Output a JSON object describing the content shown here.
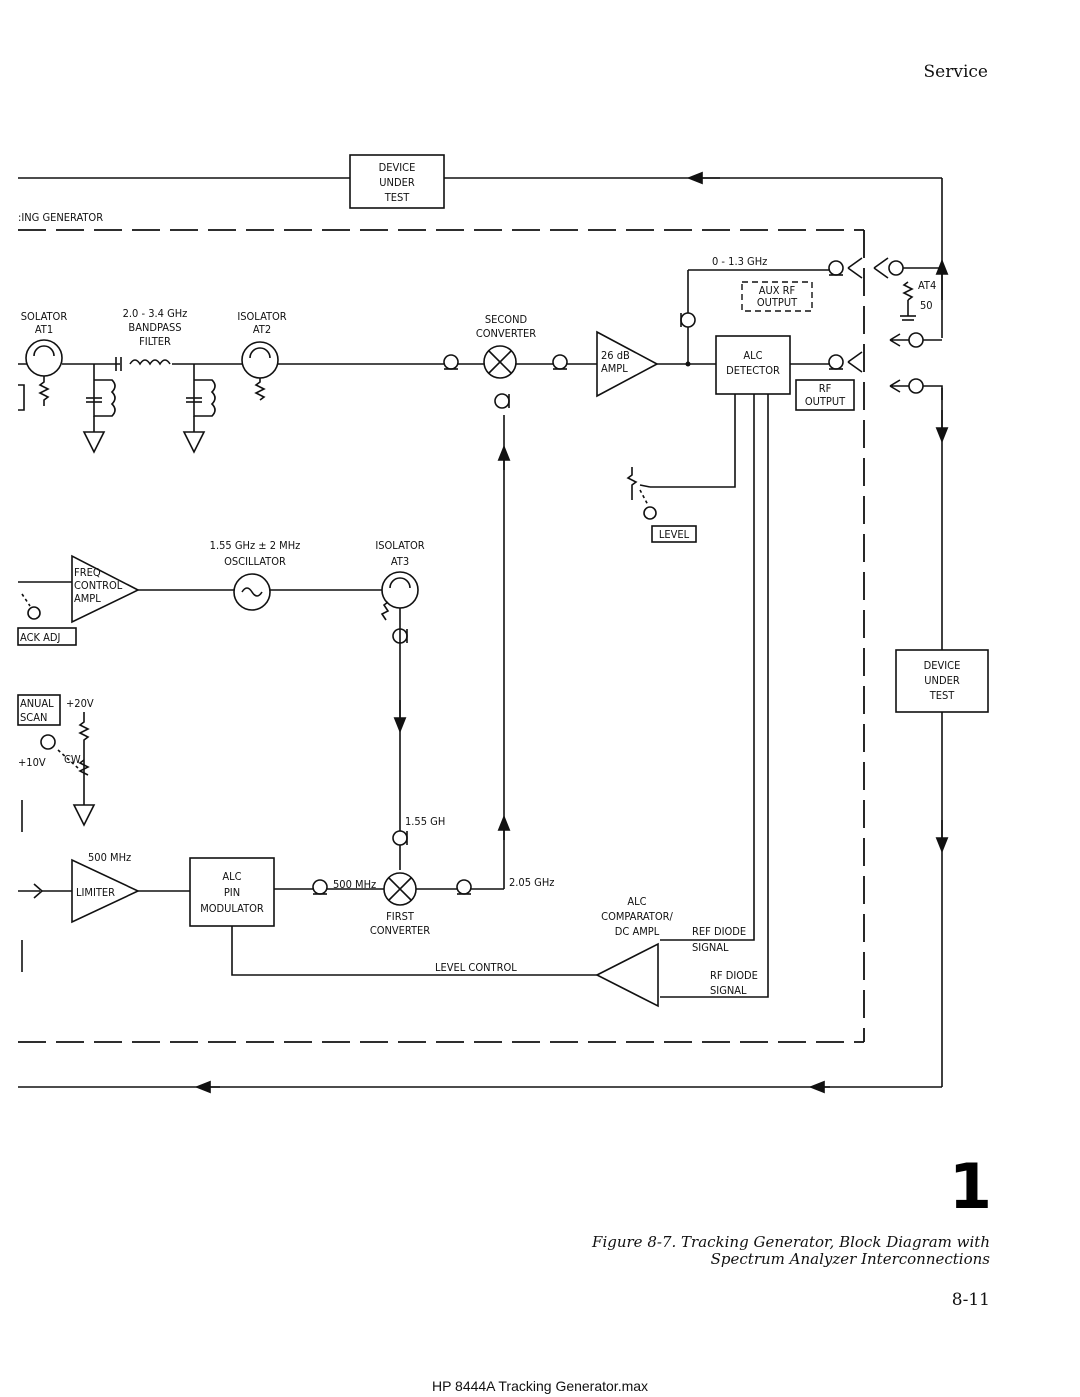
{
  "header": {
    "section": "Service"
  },
  "figure": {
    "caption_line1": "Figure 8-7. Tracking Generator, Block Diagram with",
    "caption_line2": "Spectrum Analyzer Interconnections",
    "big_number": "1",
    "page_number": "8-11"
  },
  "footer": {
    "filename": "HP 8444A Tracking Generator.max"
  },
  "diagram": {
    "dut_top": [
      "DEVICE",
      "UNDER",
      "TEST"
    ],
    "dut_right": [
      "DEVICE",
      "UNDER",
      "TEST"
    ],
    "generator_label": ":ING GENERATOR",
    "isolator_at1": [
      "SOLATOR",
      "AT1"
    ],
    "bandpass_filter": [
      "2.0 - 3.4 GHz",
      "BANDPASS",
      "FILTER"
    ],
    "isolator_at2": [
      "ISOLATOR",
      "AT2"
    ],
    "second_converter": [
      "SECOND",
      "CONVERTER"
    ],
    "amp_26db": [
      "26 dB",
      "AMPL"
    ],
    "freq_range": "0 - 1.3 GHz",
    "aux_rf_output": [
      "AUX RF",
      "OUTPUT"
    ],
    "alc_detector": [
      "ALC",
      "DETECTOR"
    ],
    "rf_output": [
      "RF",
      "OUTPUT"
    ],
    "at4": [
      "AT4",
      "50"
    ],
    "level": "LEVEL",
    "oscillator": [
      "1.55 GHz ± 2 MHz",
      "OSCILLATOR"
    ],
    "isolator_at3": [
      "ISOLATOR",
      "AT3"
    ],
    "freq_control_ampl": [
      "FREQ",
      "CONTROL",
      "AMPL"
    ],
    "track_adj": "ACK ADJ",
    "manual_scan": [
      "ANUAL",
      "SCAN"
    ],
    "plus20v": "+20V",
    "plus10v": "+10V",
    "cw": "CW",
    "freq_155": "1.55 GH",
    "limiter_freq": "500 MHz",
    "limiter": "LIMITER",
    "alc_pin_modulator": [
      "ALC",
      "PIN",
      "MODULATOR"
    ],
    "mod_out_freq": "500 MHz",
    "first_converter": [
      "FIRST",
      "CONVERTER"
    ],
    "freq_205": "2.05 GHz",
    "alc_comparator": [
      "ALC",
      "COMPARATOR/",
      "DC AMPL"
    ],
    "ref_diode_signal": [
      "REF DIODE",
      "SIGNAL"
    ],
    "rf_diode_signal": [
      "RF DIODE",
      "SIGNAL"
    ],
    "level_control": "LEVEL CONTROL"
  }
}
